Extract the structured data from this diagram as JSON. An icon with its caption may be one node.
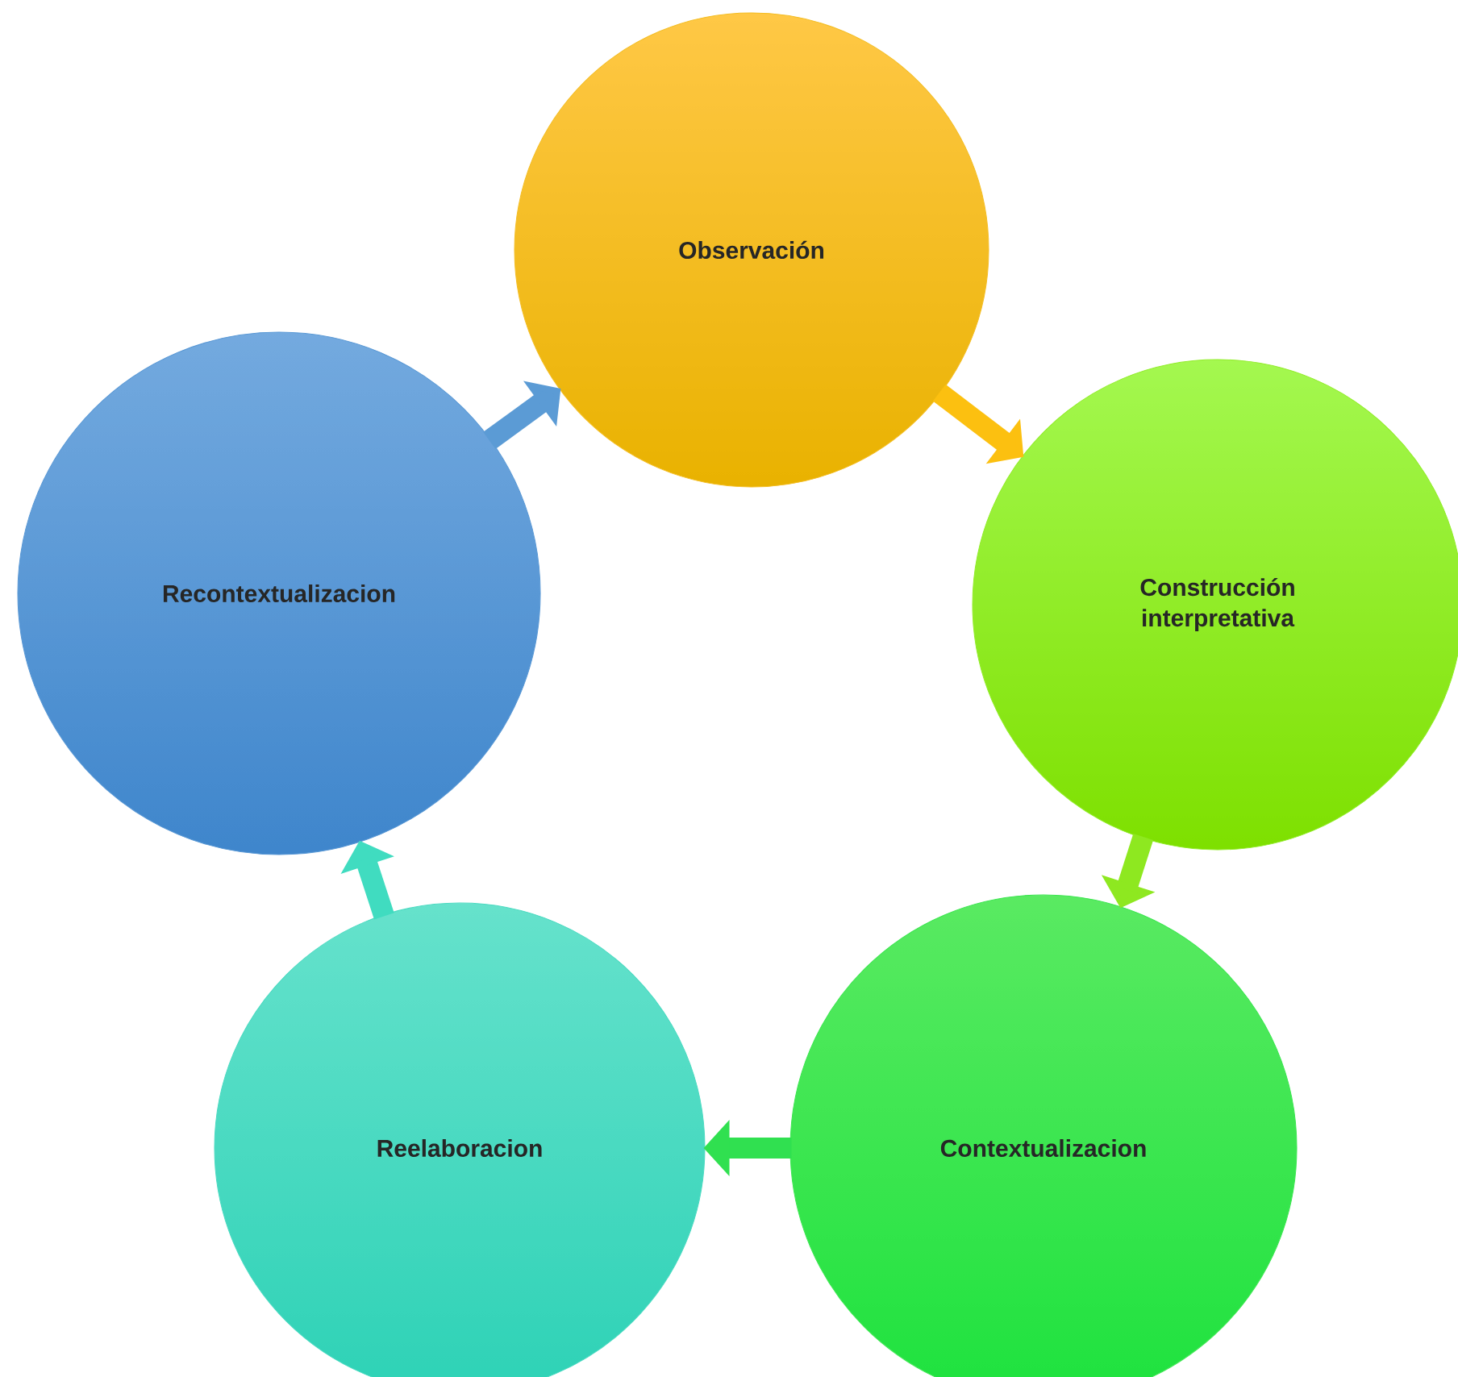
{
  "diagram": {
    "nodes": [
      {
        "text": [
          "Observación"
        ]
      },
      {
        "text": [
          "Construcción interpretativa"
        ]
      },
      {
        "text": [
          "Contextualizacion"
        ]
      },
      {
        "text": [
          "Reelaboracion"
        ]
      },
      {
        "text": [
          "Recontextualizacion"
        ]
      }
    ],
    "edges": [
      {
        "from": 0,
        "to": 1,
        "arrow": "to",
        "color": "#fcc010"
      },
      {
        "from": 1,
        "to": 2,
        "arrow": "to",
        "color": "#8ee820"
      },
      {
        "from": 2,
        "to": 3,
        "arrow": "to",
        "color": "#30e050"
      },
      {
        "from": 3,
        "to": 4,
        "arrow": "to",
        "color": "#40dcc0"
      },
      {
        "from": 4,
        "to": 0,
        "arrow": "to",
        "color": "#5b9bd5"
      }
    ]
  }
}
